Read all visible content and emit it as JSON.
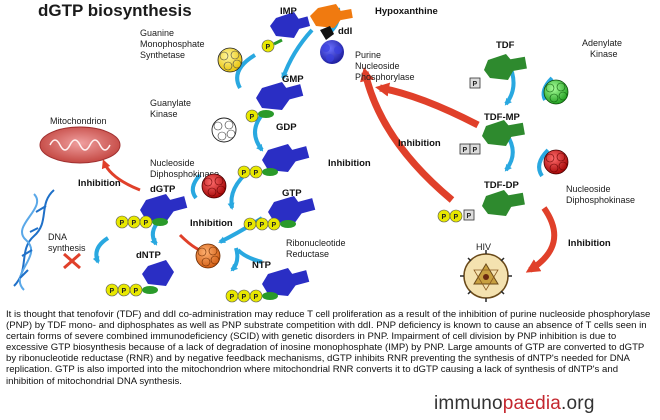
{
  "diagram": {
    "title": "dGTP biosynthesis",
    "colors": {
      "purine_blue": "#2a2ec4",
      "tdf_green": "#2e8a2e",
      "hypoxanthine_orange": "#f07a10",
      "inhibition_red": "#e0402a",
      "arrow_blue": "#29a8e0",
      "mitochondrion_red": "#d9534f"
    },
    "molecules": {
      "imp": "IMP",
      "gmp": "GMP",
      "gdp": "GDP",
      "gtp": "GTP",
      "dgtp": "dGTP",
      "dntp": "dNTP",
      "ntp": "NTP",
      "hypoxanthine": "Hypoxanthine",
      "ddi": "ddI",
      "tdf": "TDF",
      "tdf_mp": "TDF-MP",
      "tdf_dp": "TDF-DP",
      "hiv": "HIV",
      "mitochondrion": "Mitochondrion",
      "dna_synthesis_1": "DNA",
      "dna_synthesis_2": "synthesis"
    },
    "enzymes": {
      "gmp_synthetase_1": "Guanine",
      "gmp_synthetase_2": "Monophosphate",
      "gmp_synthetase_3": "Synthetase",
      "pnp_1": "Purine",
      "pnp_2": "Nucleoside",
      "pnp_3": "Phosphorylase",
      "guanylate_kinase_1": "Guanylate",
      "guanylate_kinase_2": "Kinase",
      "ndpk_left_1": "Nucleoside",
      "ndpk_left_2": "Diphosphokinase",
      "rnr_1": "Ribonucleotide",
      "rnr_2": "Reductase",
      "adenylate_kinase_1": "Adenylate",
      "adenylate_kinase_2": "Kinase",
      "ndpk_right_1": "Nucleoside",
      "ndpk_right_2": "Diphosphokinase"
    },
    "phosphate": {
      "p": "P"
    },
    "inhibition": {
      "mito": "Inhibition",
      "rnr": "Inhibition",
      "pnp_mp": "Inhibition",
      "pnp_dp": "Inhibition",
      "hiv": "Inhibition"
    }
  },
  "caption": "It is thought that tenofovir (TDF) and ddI co-administration may reduce T cell proliferation as a result of the inhibition of purine nucleoside phosphorylase (PNP) by TDF mono- and diphosphates as well as PNP substrate competition with ddI. PNP deficiency is known to cause an absence of T cells seen in certain forms of severe combined immunodeficiency (SCID) with genetic disorders in PNP. Impairment of cell division by PNP inhibition is due to excessive GTP biosynthesis because of a lack of degradation of inosine monophosphate (IMP) by PNP. Large amounts of GTP are converted to dGTP by ribonucleotide reductase (RNR) and by negative feedback mechanisms, dGTP inhibits RNR preventing the synthesis of dNTP's needed for DNA replication. GTP is also imported into the mitochondrion where mitochondrial RNR converts it to dGTP causing a lack of synthesis of dNTP's and inhibition of mitochondrial DNA synthesis.",
  "brand": {
    "part1": "immuno",
    "part2": "paedia",
    "part3": ".org"
  }
}
